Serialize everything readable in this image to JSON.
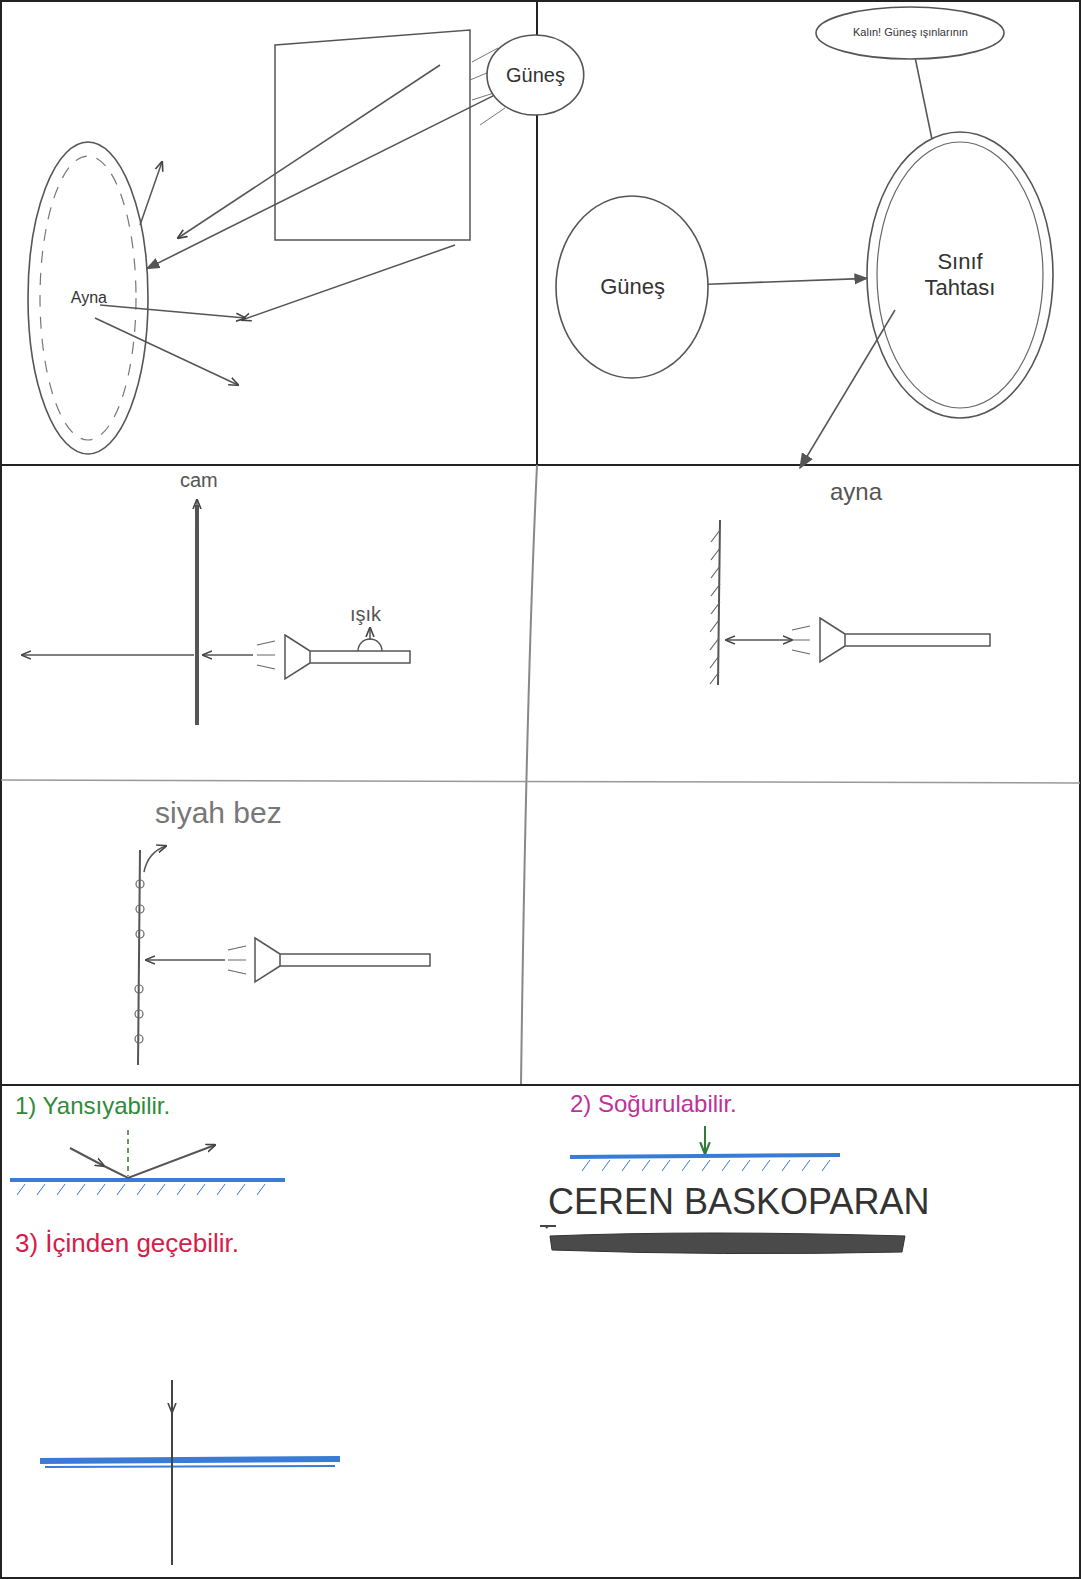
{
  "diagram": {
    "nodes": [
      {
        "text": [
          "Güneş"
        ]
      },
      {
        "text": [
          "Ayna"
        ]
      },
      {
        "text": [
          "Güneş"
        ]
      },
      {
        "text": [
          "Kalın! Güneş ışınlarının"
        ]
      },
      {
        "text": [
          "Sınıf Tahtası"
        ]
      }
    ],
    "edges": [
      {
        "from": 0,
        "to": 1,
        "arrow": "to"
      },
      {
        "from": 2,
        "to": 4,
        "arrow": "to"
      },
      {
        "from": 3,
        "to": 4,
        "arrow": "none"
      }
    ],
    "labels": [
      "cam",
      "ışık",
      "ayna",
      "siyah bez",
      "1) Yansıyabilir.",
      "2) Soğurulabilir.",
      "3) İçinden geçebilir.",
      "CEREN BASKOPARAN"
    ]
  }
}
